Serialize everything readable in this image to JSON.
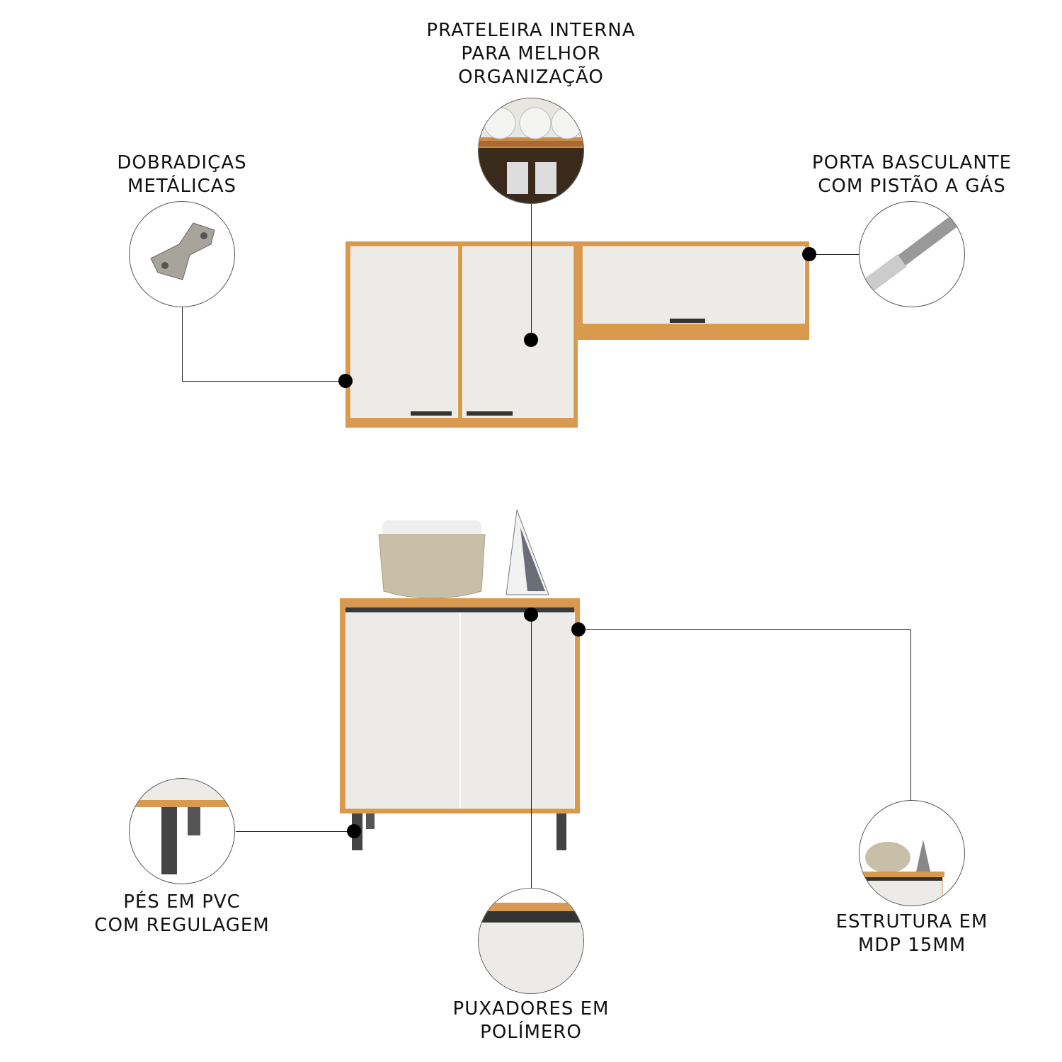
{
  "features": [
    {
      "id": "hinges",
      "lines": [
        "DOBRADIÇAS",
        "METÁLICAS"
      ]
    },
    {
      "id": "shelf",
      "lines": [
        "PRATELEIRA INTERNA",
        "PARA MELHOR",
        "ORGANIZAÇÃO"
      ]
    },
    {
      "id": "piston",
      "lines": [
        "PORTA BASCULANTE",
        "COM PISTÃO A GÁS"
      ]
    },
    {
      "id": "feet",
      "lines": [
        "PÉS EM PVC",
        "COM REGULAGEM"
      ]
    },
    {
      "id": "handles",
      "lines": [
        "PUXADORES EM",
        "POLÍMERO"
      ]
    },
    {
      "id": "structure",
      "lines": [
        "ESTRUTURA EM",
        "MDP 15MM"
      ]
    }
  ],
  "colors": {
    "wood": "#d99a50",
    "door": "#ecebe7",
    "handle": "#333333"
  }
}
